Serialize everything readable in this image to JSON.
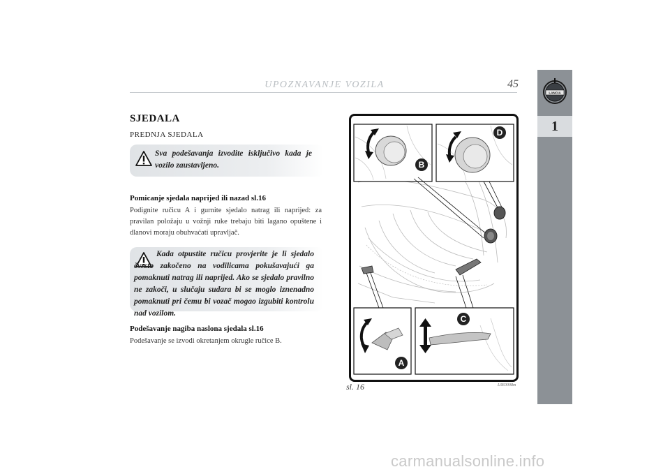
{
  "header": {
    "title": "UPOZNAVANJE VOZILA",
    "page_number": "45"
  },
  "side_tab": {
    "chapter": "1",
    "logo": "lancia-logo-icon",
    "logo_text": "LANCIA"
  },
  "section": {
    "title": "SJEDALA",
    "subtitle": "PREDNJA SJEDALA"
  },
  "warnings": [
    {
      "icon": "warning-triangle-icon",
      "text": "Sva podešavanja izvodite isključivo kada je vozilo zaustavljeno."
    },
    {
      "icon": "warning-triangle-icon",
      "text": "Kada otpustite ručicu provjerite je li sjedalo čvrsto zakočeno na vodilicama pokušavajući ga pomaknuti natrag ili naprijed. Ako se sjedalo pravilno ne zakoči, u slučaju sudara bi se moglo iznenadno pomaknuti pri čemu bi vozač mogao izgubiti kontrolu nad vozilom."
    }
  ],
  "paragraphs": [
    {
      "title": "Pomicanje sjedala naprijed ili nazad sl.16",
      "text": "Podignite ručicu A i gurnite sjedalo natrag ili naprijed: za pravilan položaju u vožnji ruke trebaju biti lagano opuštene i dlanovi moraju obuhvaćati upravljač."
    },
    {
      "title": "Podešavanje nagiba naslona sjedala sl.16",
      "text": "Podešavanje se izvodi okretanjem okrugle ručice B."
    }
  ],
  "figure": {
    "caption": "sl. 16",
    "code": "L0E0008m",
    "labels": {
      "a": "A",
      "b": "B",
      "c": "C",
      "d": "D"
    }
  },
  "watermark": "carmanualsonline.info",
  "colors": {
    "side_tab": "#8c9196",
    "side_num_bg": "#d9dcdf",
    "warn_bg": "#e0e3e6",
    "header_title": "#b9bec2"
  }
}
